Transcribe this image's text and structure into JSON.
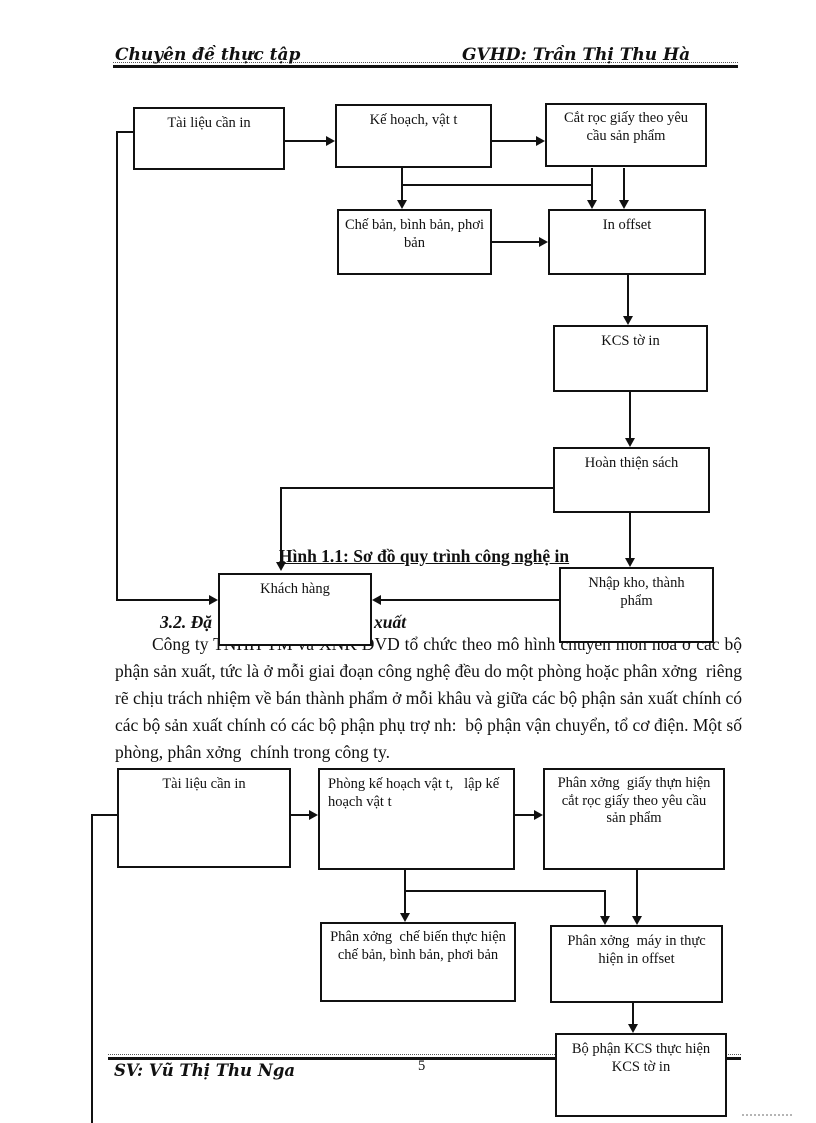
{
  "header": {
    "left": "Chuyên đề thực tập",
    "right": "GVHD: Trần Thị Thu Hà"
  },
  "footer": {
    "author": "SV: Vũ Thị Thu Nga",
    "page_number": "5"
  },
  "colors": {
    "ink": "#111111",
    "paper": "#ffffff"
  },
  "flowchart1": {
    "caption": "Hình 1.1: Sơ đồ quy trình công nghệ in",
    "boxes": [
      {
        "id": "tai-lieu-can-in",
        "label": "Tài liệu cần in"
      },
      {
        "id": "ke-hoach-vat-tu",
        "label": "Kế hoạch, vật t"
      },
      {
        "id": "cat-roc-giay",
        "label": "Cắt rọc giấy theo yêu cầu sản phẩm"
      },
      {
        "id": "che-ban",
        "label": "Chế bản, bình bản, phơi bản"
      },
      {
        "id": "in-offset",
        "label": "In offset"
      },
      {
        "id": "kcs-to-in",
        "label": "KCS tờ in"
      },
      {
        "id": "hoan-thien-sach",
        "label": "Hoàn thiện sách"
      },
      {
        "id": "nhap-kho",
        "label": "Nhập kho, thành phẩm"
      },
      {
        "id": "khach-hang",
        "label": "Khách hàng"
      }
    ]
  },
  "section_heading": {
    "visible_start": "3.2. Đặ",
    "visible_end": "xuất"
  },
  "paragraph": "Công ty TNHH TM và XNK DVD tổ chức theo mô hình chuyên môn hoá ở các bộ phận sản xuất, tức là ở mỗi giai đoạn công nghệ đều do một phòng hoặc phân xởng  riêng rẽ chịu trách nhiệm về bán thành phẩm ở mỗi khâu và giữa các bộ phận sản xuất chính có các bộ sản xuất chính có các bộ phận phụ trợ nh:  bộ phận vận chuyển, tổ cơ điện. Một số phòng, phân xởng  chính trong công ty.",
  "flowchart2": {
    "boxes": [
      {
        "id": "tai-lieu-can-in-2",
        "label": "Tài liệu cần in"
      },
      {
        "id": "phong-ke-hoach",
        "label": "Phòng kế hoạch vật t,   lập kế hoạch vật t"
      },
      {
        "id": "phan-xuong-giay",
        "label": "Phân xởng  giấy thựn hiện cắt rọc giấy theo yêu cầu sản phẩm"
      },
      {
        "id": "phan-xuong-che-bien",
        "label": "Phân xởng  chế biến thực hiện chế bản, bình bản, phơi bản"
      },
      {
        "id": "phan-xuong-may-in",
        "label": "Phân xởng  máy in thực hiện in offset"
      },
      {
        "id": "bo-phan-kcs",
        "label": "Bộ phận KCS thực hiện KCS tờ in"
      }
    ]
  }
}
